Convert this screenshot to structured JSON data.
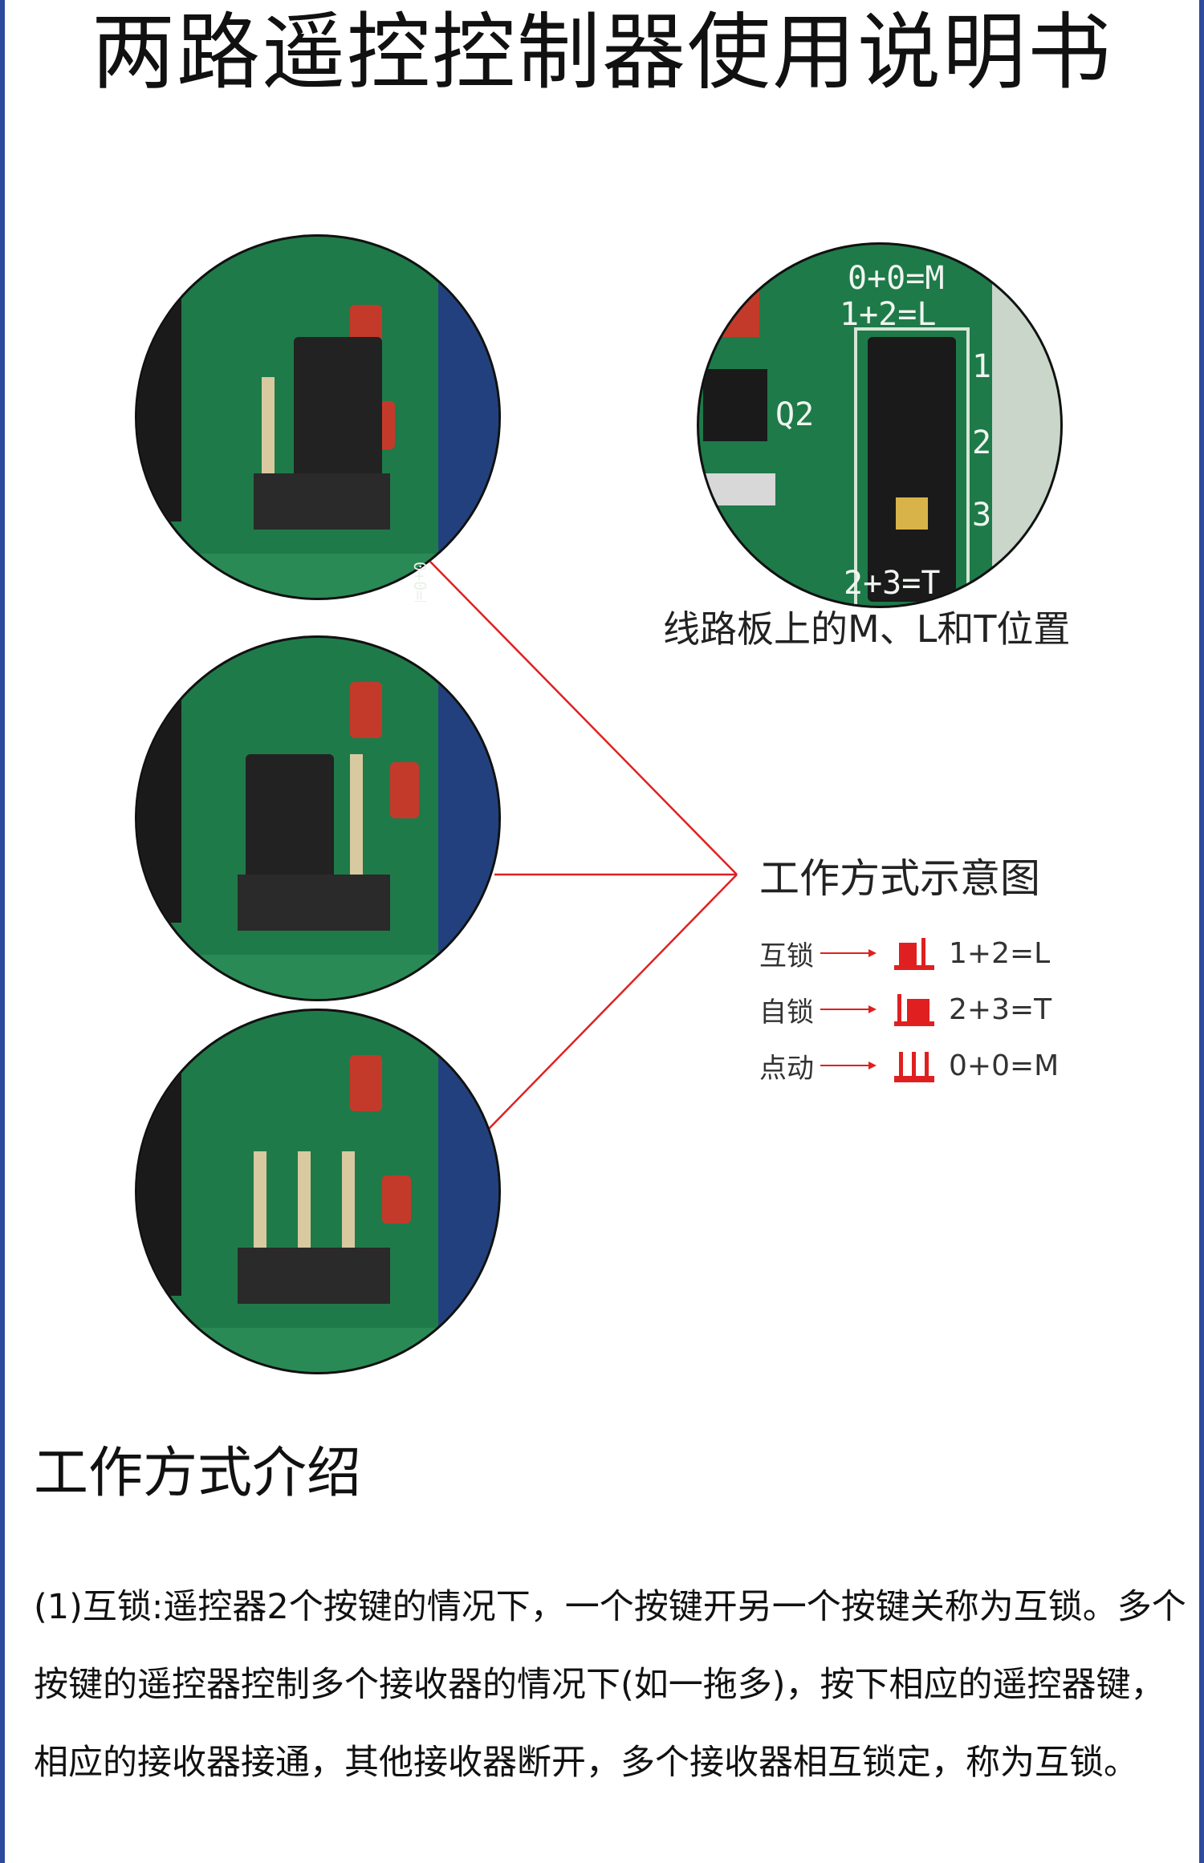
{
  "title": "两路遥控控制器使用说明书",
  "photos": {
    "board_detail_caption": "线路板上的M、L和T位置",
    "silkscreen": {
      "m": "0+0=M",
      "l": "1+2=L",
      "t": "2+3=T",
      "pin1": "1",
      "pin2": "2",
      "pin3": "3",
      "q2": "Q2"
    }
  },
  "diagram": {
    "title": "工作方式示意图",
    "legend": [
      {
        "mode": "互锁",
        "formula": "1+2=L"
      },
      {
        "mode": "自锁",
        "formula": "2+3=T"
      },
      {
        "mode": "点动",
        "formula": "0+0=M"
      }
    ]
  },
  "section": {
    "title": "工作方式介绍",
    "paragraph": "(1)互锁:遥控器2个按键的情况下，一个按键开另一个按键关称为互锁。多个按键的遥控器控制多个接收器的情况下(如一拖多)，按下相应的遥控器键，相应的接收器接通，其他接收器断开，多个接收器相互锁定，称为互锁。"
  },
  "colors": {
    "border": "#2d4a9c",
    "pcb_green": "#1f7a4a",
    "accent_red": "#e02020"
  }
}
